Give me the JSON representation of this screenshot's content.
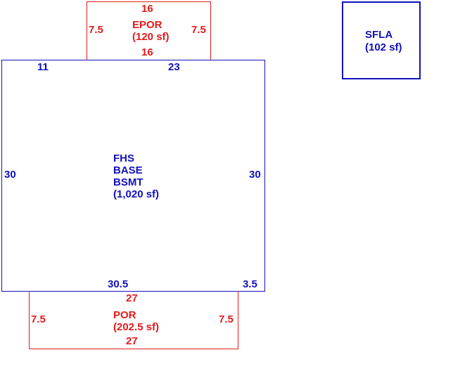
{
  "colors": {
    "porch": "#e31b1b",
    "living": "#1111bb"
  },
  "epor": {
    "name": "EPOR",
    "area": "(120 sf)",
    "top": "16",
    "bottom": "16",
    "left": "7.5",
    "right": "7.5"
  },
  "main": {
    "lines": [
      "FHS",
      "BASE",
      "BSMT",
      "(1,020 sf)"
    ],
    "top_left": "11",
    "top_right": "23",
    "left": "30",
    "right": "30",
    "bottom_left": "30.5",
    "bottom_right": "3.5"
  },
  "por": {
    "name": "POR",
    "area": "(202.5 sf)",
    "top": "27",
    "bottom": "27",
    "left": "7.5",
    "right": "7.5"
  },
  "sfla": {
    "name": "SFLA",
    "area": "(102 sf)"
  }
}
